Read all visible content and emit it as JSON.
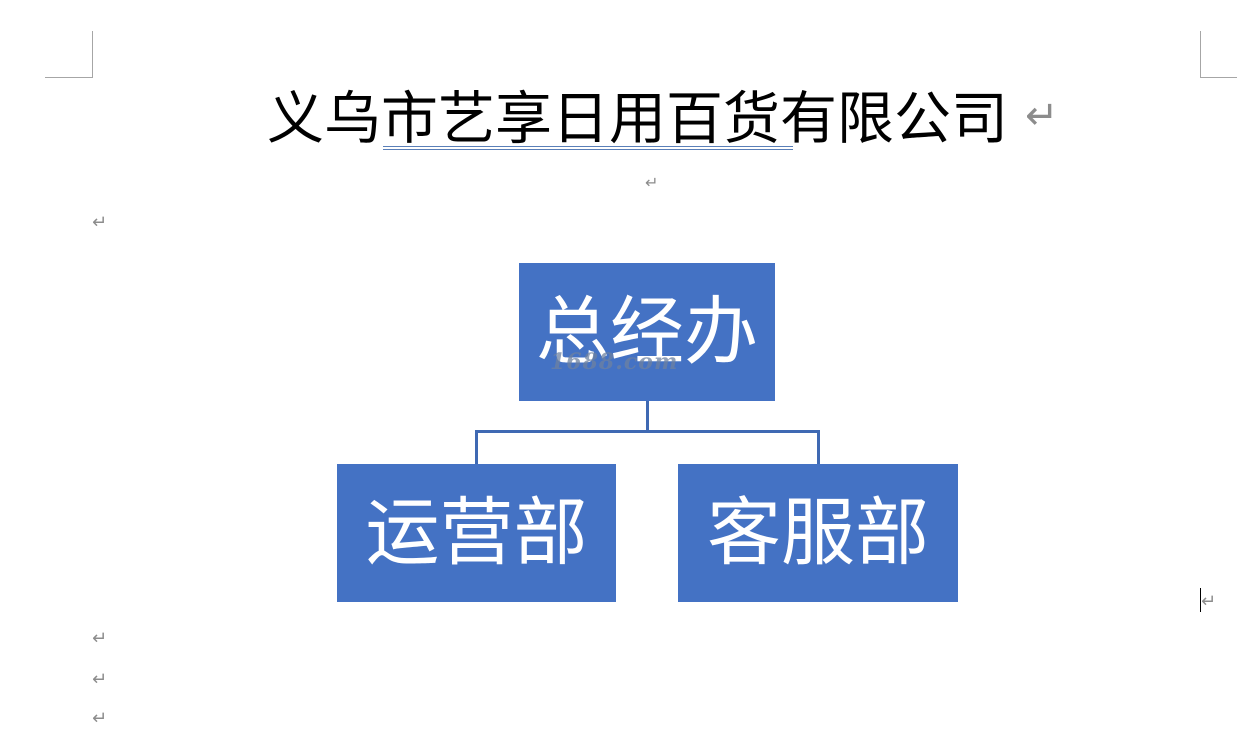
{
  "document": {
    "title": "义乌市艺享日用百货有限公司",
    "paragraph_mark": "↵"
  },
  "org_chart": {
    "top": "总经办",
    "children": [
      "运营部",
      "客服部"
    ],
    "box_color": "#4472c4",
    "connector_color": "#3f69b3"
  },
  "watermark": "1688.com"
}
